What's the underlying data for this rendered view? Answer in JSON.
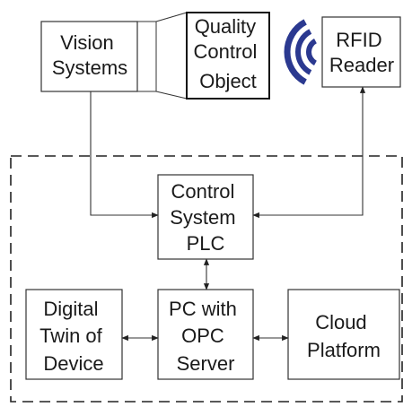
{
  "nodes": {
    "vision": {
      "lines": [
        "Vision",
        "Systems"
      ]
    },
    "quality": {
      "lines": [
        "Quality",
        "Control",
        "Object"
      ]
    },
    "rfid": {
      "lines": [
        "RFID",
        "Reader"
      ]
    },
    "plc": {
      "lines": [
        "Control",
        "System",
        "PLC"
      ]
    },
    "twin": {
      "lines": [
        "Digital",
        "Twin of",
        "Device"
      ]
    },
    "opc": {
      "lines": [
        "PC with",
        "OPC",
        "Server"
      ]
    },
    "cloud": {
      "lines": [
        "Cloud",
        "Platform"
      ]
    }
  },
  "colors": {
    "rfid_waves": "#2b3990",
    "stroke": "#333333"
  }
}
